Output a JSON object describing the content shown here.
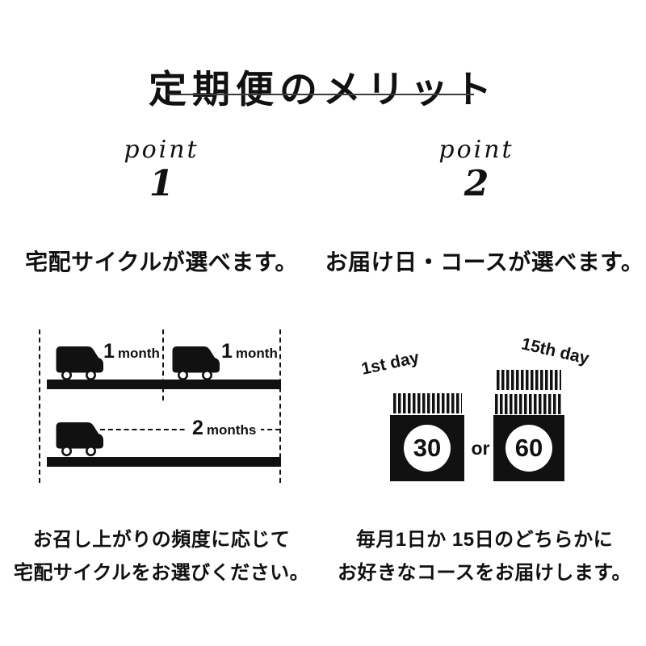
{
  "title": "定期便のメリット",
  "colors": {
    "ink": "#111111",
    "background": "#ffffff"
  },
  "points": [
    {
      "label": "point",
      "number": "1",
      "subtitle": "宅配サイクルが選べます。",
      "timeline": {
        "top_intervals": [
          {
            "num": "1",
            "unit": "month"
          },
          {
            "num": "1",
            "unit": "month"
          }
        ],
        "bottom_interval": {
          "num": "2",
          "unit": "months"
        }
      },
      "description": [
        "お召し上がりの頻度に応じて",
        "宅配サイクルをお選びください。"
      ]
    },
    {
      "label": "point",
      "number": "2",
      "subtitle": "お届け日・コースが選べます。",
      "or_label": "or",
      "calendars": [
        {
          "day_label": "1st day",
          "number": "30"
        },
        {
          "day_label": "15th day",
          "number": "60"
        }
      ],
      "description": [
        "毎月1日か 15日のどちらかに",
        "お好きなコースをお届けします。"
      ]
    }
  ]
}
